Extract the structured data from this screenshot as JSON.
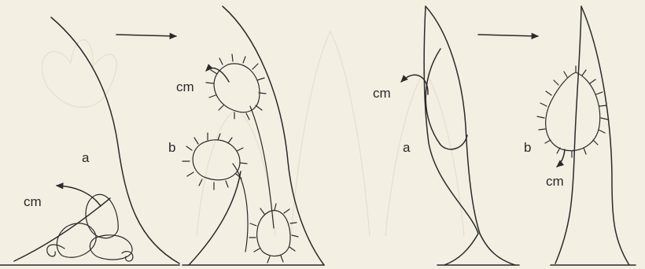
{
  "diagram": {
    "panel_left": {
      "before": {
        "label_a": "a",
        "label_cm": "cm"
      },
      "after": {
        "label_b": "b",
        "label_cm": "cm"
      }
    },
    "panel_right": {
      "before": {
        "label_a": "a",
        "label_cm": "cm"
      },
      "after": {
        "label_b": "b",
        "label_cm": "cm"
      }
    }
  }
}
